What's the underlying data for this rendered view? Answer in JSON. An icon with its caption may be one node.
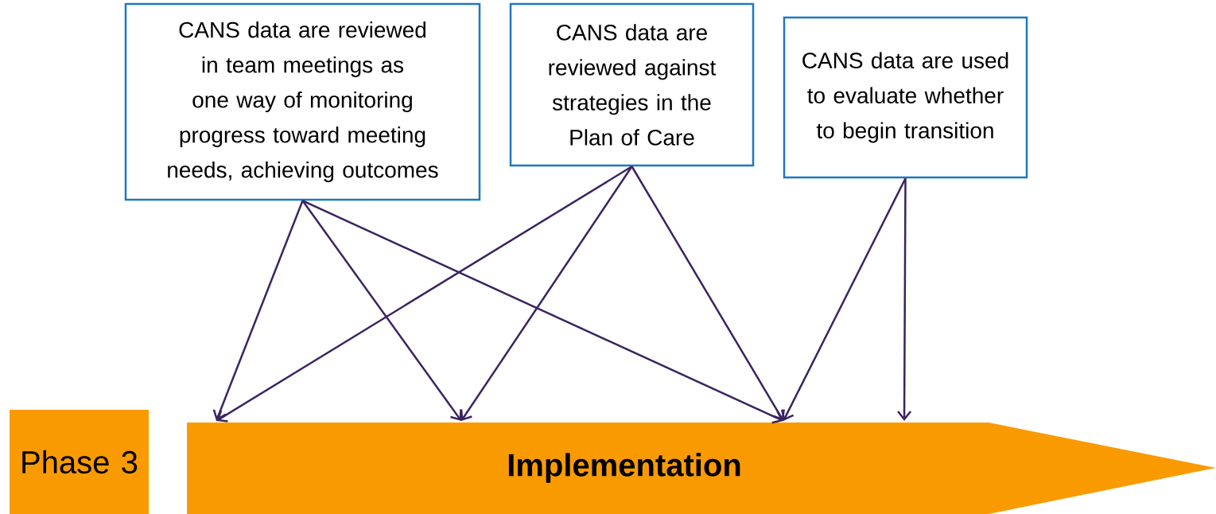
{
  "diagram": {
    "nodes": [
      {
        "text": [
          "CANS data are reviewed in team meetings as one way of monitoring progress toward meeting needs, achieving outcomes"
        ]
      },
      {
        "text": [
          "CANS data are reviewed against strategies in the Plan of Care"
        ]
      },
      {
        "text": [
          "CANS data are used to evaluate whether to begin transition"
        ]
      },
      {
        "text": [
          "Phase 3"
        ]
      },
      {
        "text": [
          "Implementation"
        ]
      }
    ],
    "edges": [
      {
        "from": 0,
        "to": 4,
        "arrow": "to"
      },
      {
        "from": 0,
        "to": 4,
        "arrow": "to"
      },
      {
        "from": 0,
        "to": 4,
        "arrow": "to"
      },
      {
        "from": 1,
        "to": 4,
        "arrow": "to"
      },
      {
        "from": 1,
        "to": 4,
        "arrow": "to"
      },
      {
        "from": 1,
        "to": 4,
        "arrow": "to"
      },
      {
        "from": 2,
        "to": 4,
        "arrow": "to"
      },
      {
        "from": 2,
        "to": 4,
        "arrow": "to"
      }
    ]
  }
}
